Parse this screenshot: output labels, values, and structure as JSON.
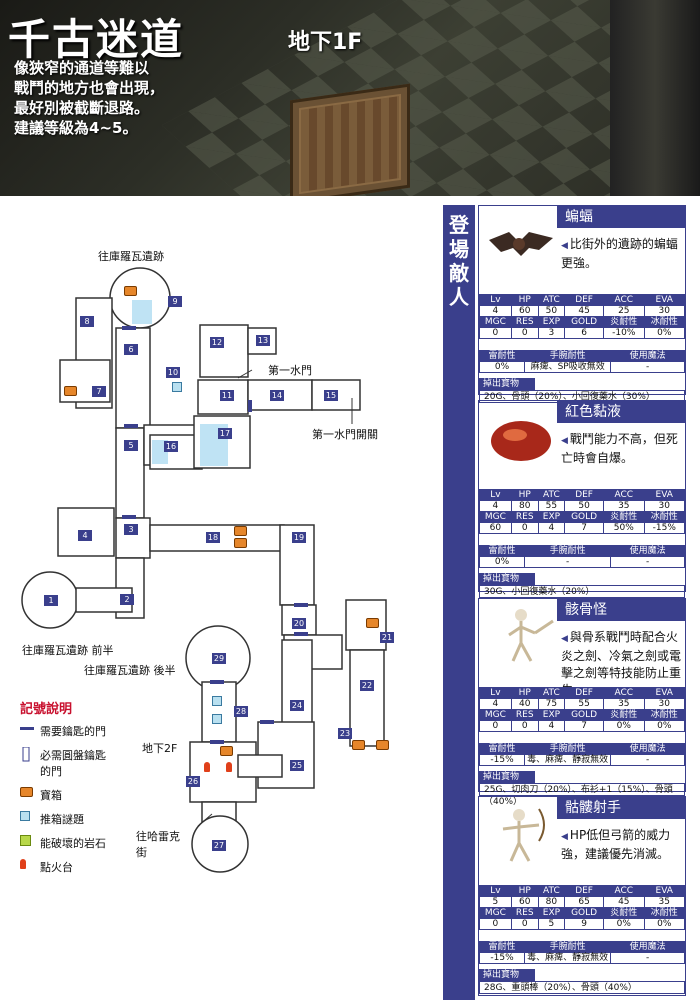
{
  "header": {
    "title": "千古迷道",
    "floor": "地下1F",
    "intro": [
      "像狹窄的通道等難以",
      "戰鬥的地方也會出現，",
      "最好別被截斷退路。",
      "建議等級為4~5。"
    ]
  },
  "map": {
    "labels": {
      "top_exit": "往庫羅瓦遺跡",
      "gate1": "第一水門",
      "gate1_switch": "第一水門開關",
      "ruins_front": "往庫羅瓦遺跡 前半",
      "ruins_back": "往庫羅瓦遺跡 後半",
      "b2f": "地下2F",
      "harley": "往哈雷克街"
    },
    "rooms": [
      "1",
      "2",
      "3",
      "4",
      "5",
      "6",
      "7",
      "8",
      "9",
      "10",
      "11",
      "12",
      "13",
      "14",
      "15",
      "16",
      "17",
      "18",
      "19",
      "20",
      "21",
      "22",
      "23",
      "24",
      "25",
      "26",
      "27",
      "28",
      "29"
    ]
  },
  "legend": {
    "title": "記號說明",
    "items": [
      "需要鑰匙的門",
      "必需圓盤鑰匙的門",
      "寶箱",
      "推箱謎題",
      "能破壞的岩石",
      "點火台"
    ]
  },
  "side_title": "登場敵人",
  "stat_headers": {
    "row1": [
      "Lv",
      "HP",
      "ATC",
      "DEF",
      "ACC",
      "EVA"
    ],
    "row2": [
      "MGC",
      "RES",
      "EXP",
      "GOLD",
      "炎耐性",
      "冰耐性"
    ],
    "row3": [
      "雷耐性",
      "手腕耐性",
      "使用魔法"
    ],
    "drop": "掉出寶物"
  },
  "enemies": [
    {
      "name": "蝙蝠",
      "desc": "比街外的遺跡的蝙蝠更強。",
      "r1": [
        "4",
        "60",
        "50",
        "45",
        "25",
        "30"
      ],
      "r2": [
        "0",
        "0",
        "3",
        "6",
        "-10%",
        "0%"
      ],
      "r3": [
        "0%",
        "麻痺、SP吸收無效",
        "-"
      ],
      "drop": "20G、骨頭（20%）、小回復藥水（30%）"
    },
    {
      "name": "紅色黏液",
      "desc": "戰鬥能力不高，但死亡時會自爆。",
      "r1": [
        "4",
        "80",
        "55",
        "50",
        "35",
        "30"
      ],
      "r2": [
        "60",
        "0",
        "4",
        "7",
        "50%",
        "-15%"
      ],
      "r3": [
        "0%",
        "-",
        "-"
      ],
      "drop": "30G、小回復藥水（20%）"
    },
    {
      "name": "骸骨怪",
      "desc": "與骨系戰鬥時配合火炎之劍、冷氣之劍或電擊之劍等特技能防止重生。",
      "r1": [
        "4",
        "40",
        "75",
        "55",
        "35",
        "30"
      ],
      "r2": [
        "0",
        "0",
        "4",
        "7",
        "0%",
        "0%"
      ],
      "r3": [
        "-15%",
        "毒、麻痺、靜寂無效",
        "-"
      ],
      "drop": "25G、切肉刀（20%）、布衫+1（15%）、骨頭（40%）"
    },
    {
      "name": "骷髏射手",
      "desc": "HP低但弓箭的威力強，建議優先消滅。",
      "r1": [
        "5",
        "60",
        "80",
        "65",
        "45",
        "35"
      ],
      "r2": [
        "0",
        "0",
        "5",
        "9",
        "0%",
        "0%"
      ],
      "r3": [
        "-15%",
        "毒、麻痺、靜寂無效",
        "-"
      ],
      "drop": "28G、重頭棒（20%）、骨頭（40%）"
    }
  ],
  "colors": {
    "accent": "#3a3f8c",
    "chest": "#e6862a",
    "legend_title": "#c8102e"
  }
}
